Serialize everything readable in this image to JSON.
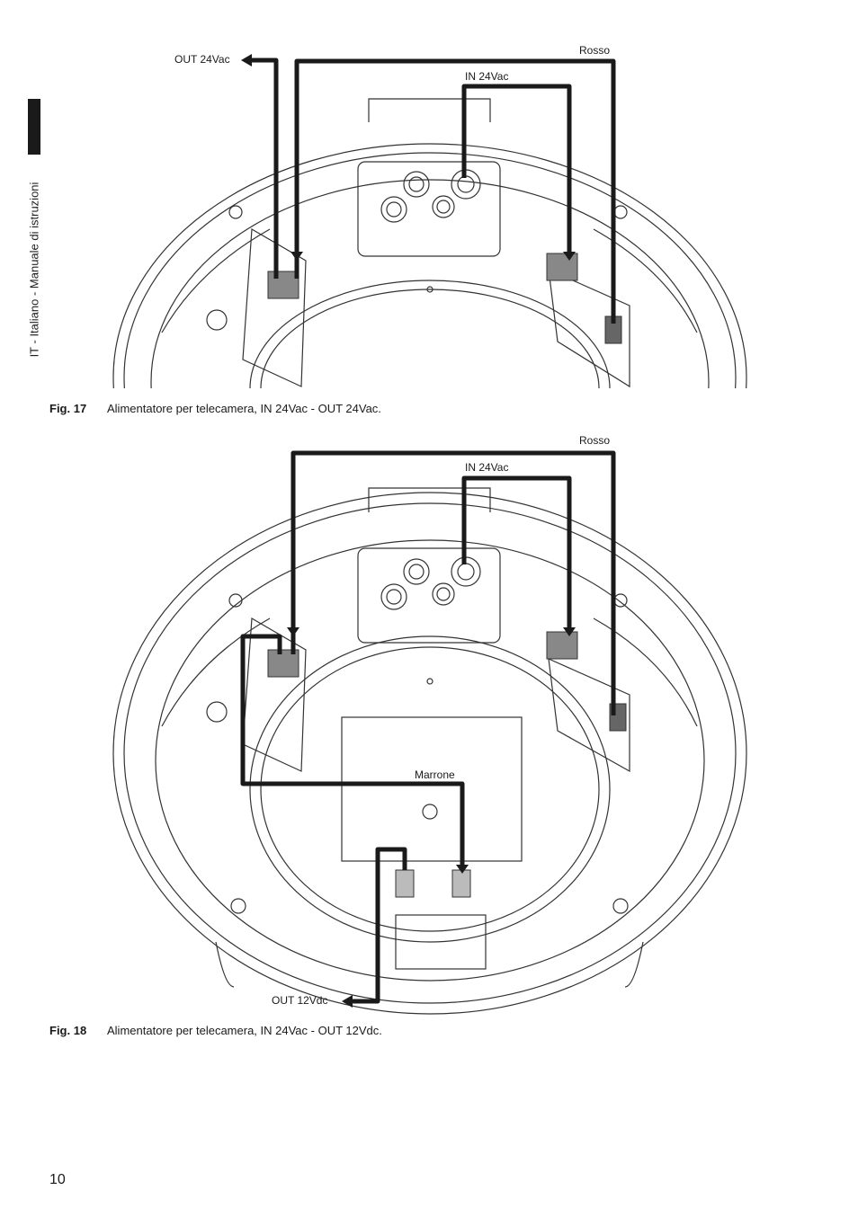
{
  "sidebar": {
    "section_label": "IT - Italiano - Manuale di istruzioni"
  },
  "figures": [
    {
      "number": "Fig. 17",
      "caption": "Alimentatore per telecamera, IN 24Vac - OUT 24Vac.",
      "labels": {
        "out": "OUT 24Vac",
        "in": "IN 24Vac",
        "red": "Rosso"
      }
    },
    {
      "number": "Fig. 18",
      "caption": "Alimentatore per telecamera, IN 24Vac - OUT 12Vdc.",
      "labels": {
        "out": "OUT 12Vdc",
        "in": "IN 24Vac",
        "red": "Rosso",
        "brown": "Marrone"
      }
    }
  ],
  "page": {
    "number": "10"
  },
  "colors": {
    "ink": "#1a1a1a",
    "wire": "#1a1a1a",
    "background": "#ffffff"
  }
}
